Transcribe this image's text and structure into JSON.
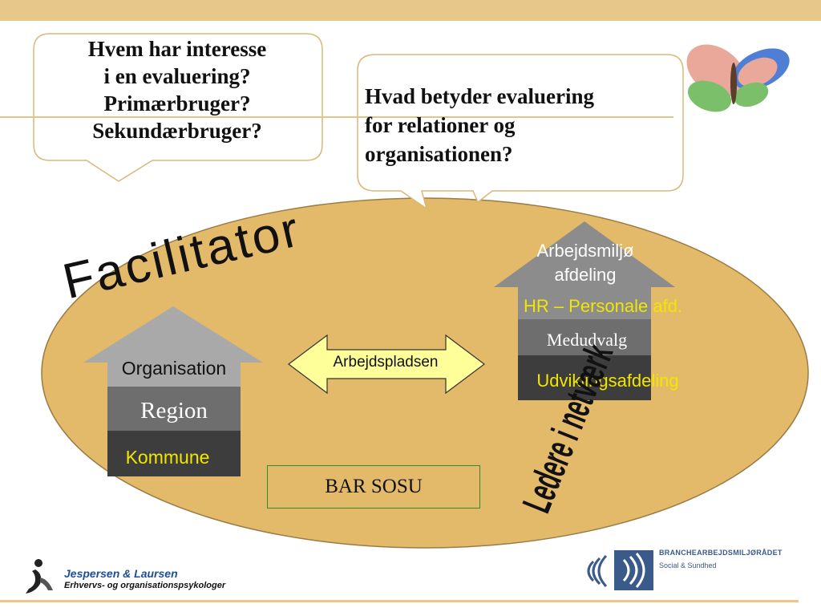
{
  "bubble_left": {
    "lines": [
      "Hvem har interesse",
      "i en evaluering?",
      "Primærbruger?",
      "Sekundærbruger?"
    ]
  },
  "bubble_right": {
    "lines": [
      "Hvad betyder evaluering",
      "for relationer og",
      "organisationen?"
    ]
  },
  "facilitator": "Facilitator",
  "ledere": "Ledere i netværk",
  "left_arrow": {
    "top": "Organisation",
    "middle": "Region",
    "bottom": "Kommune"
  },
  "right_arrow": {
    "title_1": "Arbejdsmiljø",
    "title_2": "afdeling",
    "hr": "HR – Personale afd.",
    "medudvalg": "Medudvalg",
    "udvikling": "Udviklingsafdeling"
  },
  "center_arrow": "Arbejdspladsen",
  "bar_sosu": "BAR SOSU",
  "footer": {
    "jl_name": "Jespersen & Laursen",
    "jl_sub": "Erhvervs- og organisationspsykologer",
    "bar_name": "BRANCHEARBEJDSMILJØRÅDET",
    "bar_sub": "Social & Sundhed"
  },
  "colors": {
    "accent_bar": "#e8c88a",
    "ellipse_fill": "#e3b96a",
    "arrow_light": "#a9a9a9",
    "arrow_mid": "#6e6e6e",
    "arrow_dark": "#3d3d3d",
    "yellow_text": "#f2e600",
    "center_arrow_fill": "#ffff99"
  }
}
